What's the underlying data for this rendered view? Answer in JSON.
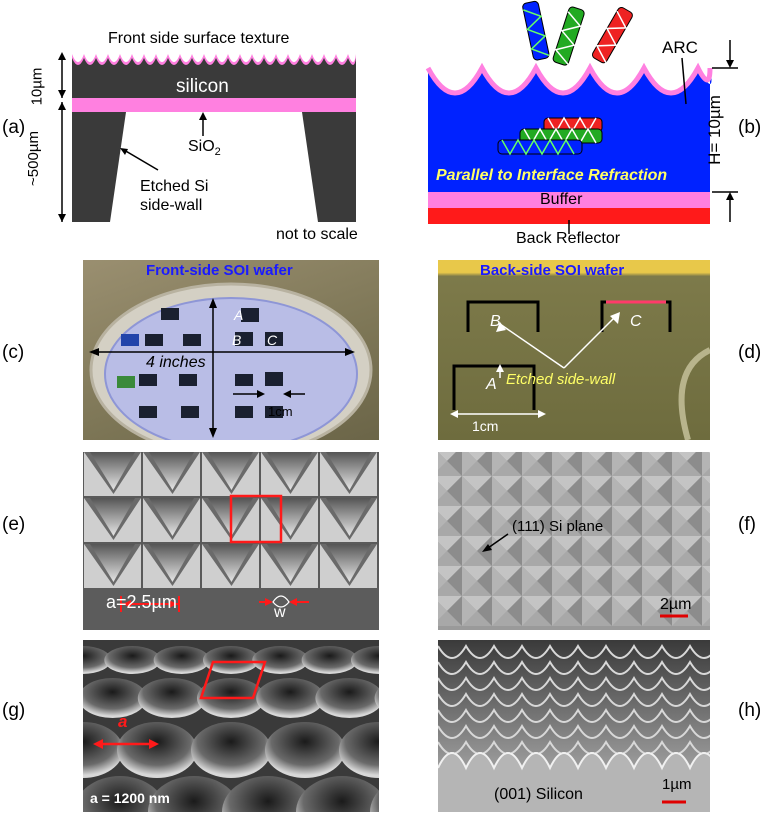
{
  "panel_labels": {
    "a": "(a)",
    "b": "(b)",
    "c": "(c)",
    "d": "(d)",
    "e": "(e)",
    "f": "(f)",
    "g": "(g)",
    "h": "(h)"
  },
  "panel_a": {
    "title": "Front side surface texture",
    "silicon": "silicon",
    "thickness_top": "10µm",
    "thickness_bottom": "~500µm",
    "sio2": "SiO",
    "sio2_sub": "2",
    "sidewall_line1": "Etched Si",
    "sidewall_line2": "side-wall",
    "scale_note": "not to scale"
  },
  "panel_b": {
    "arc": "ARC",
    "height": "H= 10µm",
    "refraction": "Parallel to Interface Refraction",
    "buffer": "Buffer",
    "reflector": "Back Reflector"
  },
  "panel_c": {
    "title": "Front-side SOI wafer",
    "letter_a": "A",
    "letter_b": "B",
    "letter_c": "C",
    "diameter": "4 inches",
    "size": "1cm"
  },
  "panel_d": {
    "title": "Back-side SOI wafer",
    "letter_a": "A",
    "letter_b": "B",
    "letter_c": "C",
    "sidewall": "Etched side-wall",
    "size": "1cm"
  },
  "panel_e": {
    "period": "a=2.5µm",
    "width": "w"
  },
  "panel_f": {
    "plane": "(111) Si plane",
    "scale": "2µm"
  },
  "panel_g": {
    "period_label": "a",
    "period_text": "a = 1200 nm"
  },
  "panel_h": {
    "material": "(001) Silicon",
    "scale": "1µm"
  },
  "colors": {
    "silicon_dark": "#3a3a3a",
    "oxide_pink": "#ff80e0",
    "device_blue": "#0022ff",
    "reflector_red": "#ff1a1a",
    "annotation_red": "#e00000",
    "annotation_yellow": "#ffff66"
  }
}
